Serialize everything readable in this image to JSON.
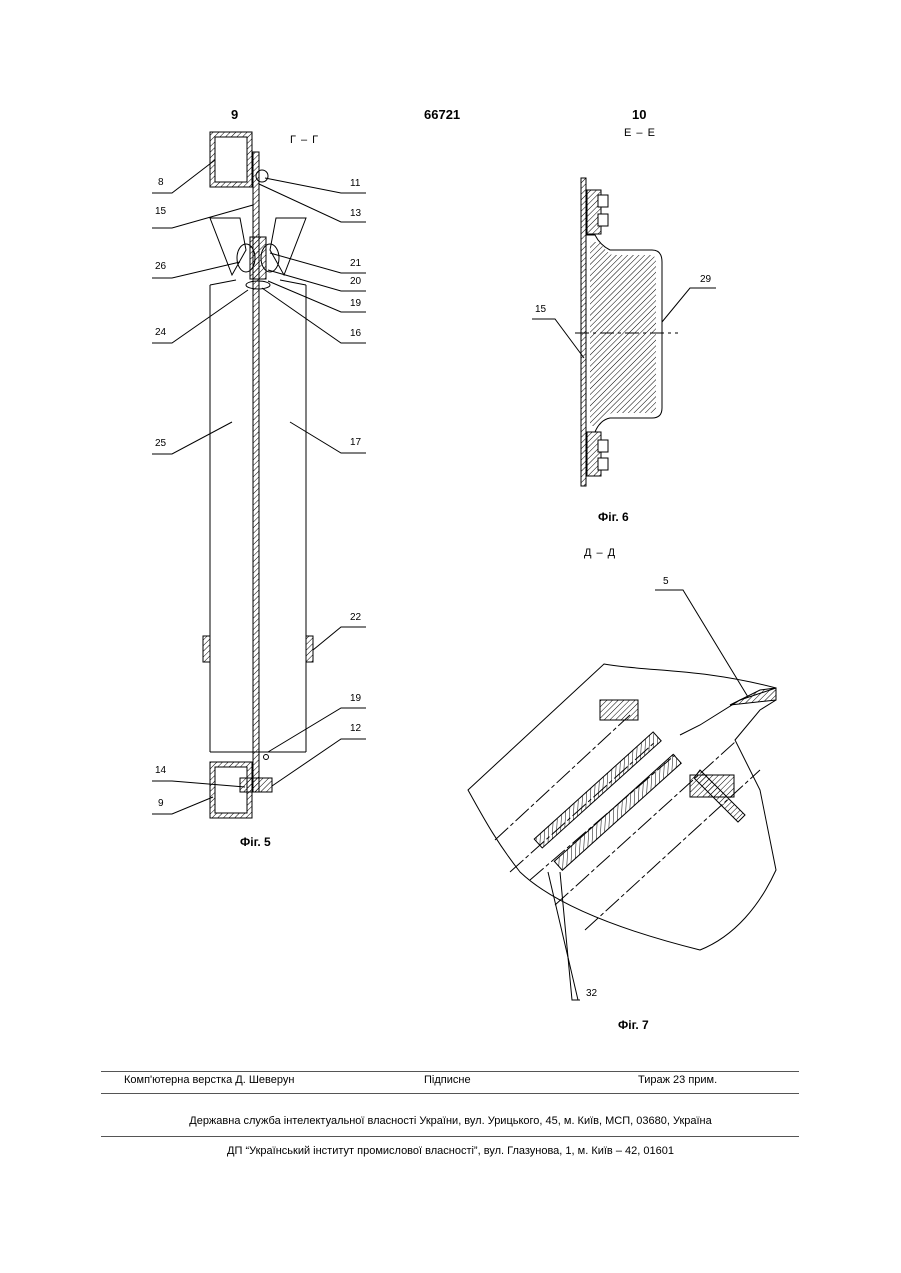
{
  "header": {
    "left_page": "9",
    "patent_number": "66721",
    "right_page": "10"
  },
  "fig5": {
    "section": "Г – Г",
    "caption": "Фіг. 5",
    "labels": [
      "8",
      "15",
      "26",
      "24",
      "25",
      "14",
      "9",
      "11",
      "13",
      "21",
      "20",
      "19",
      "16",
      "17",
      "22",
      "19",
      "12"
    ]
  },
  "fig6": {
    "section": "Е – Е",
    "caption": "Фіг. 6",
    "labels": [
      "15",
      "29"
    ]
  },
  "fig7": {
    "section": "Д – Д",
    "caption": "Фіг. 7",
    "labels": [
      "5",
      "32"
    ]
  },
  "footer": {
    "layout": "Комп'ютерна верстка Д. Шеверун",
    "signed": "Підписне",
    "print_run": "Тираж 23 прим.",
    "agency": "Державна служба інтелектуальної власності України, вул. Урицького, 45, м. Київ, МСП, 03680, Україна",
    "institute": "ДП “Український інститут промислової власності”, вул. Глазунова, 1, м. Київ – 42, 01601"
  }
}
